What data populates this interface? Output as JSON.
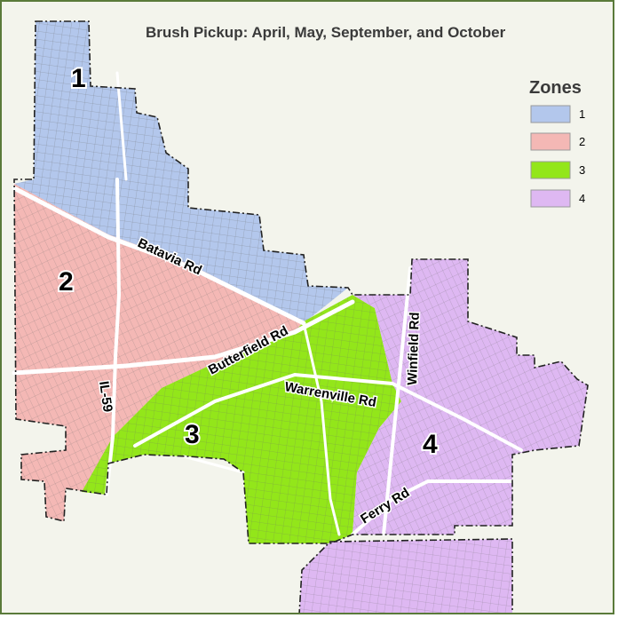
{
  "title": "Brush Pickup: April, May, September, and October",
  "legend": {
    "title": "Zones",
    "items": [
      {
        "label": "1",
        "color": "#b3c7ec"
      },
      {
        "label": "2",
        "color": "#f4b8b5"
      },
      {
        "label": "3",
        "color": "#93e61a"
      },
      {
        "label": "4",
        "color": "#deb8f2"
      }
    ]
  },
  "zones": {
    "z1": {
      "label": "1",
      "color": "#b3c7ec"
    },
    "z2": {
      "label": "2",
      "color": "#f4b8b5"
    },
    "z3": {
      "label": "3",
      "color": "#93e61a"
    },
    "z4": {
      "label": "4",
      "color": "#deb8f2"
    }
  },
  "roads": {
    "batavia": "Batavia Rd",
    "butterfield": "Butterfield Rd",
    "il59": "IL-59",
    "warrenville": "Warrenville Rd",
    "winfield": "Winfield Rd",
    "ferry": "Ferry Rd"
  },
  "colors": {
    "frame_border": "#5a7a3a",
    "background": "#f3f4ec",
    "boundary": "#222222",
    "road": "#ffffff"
  }
}
